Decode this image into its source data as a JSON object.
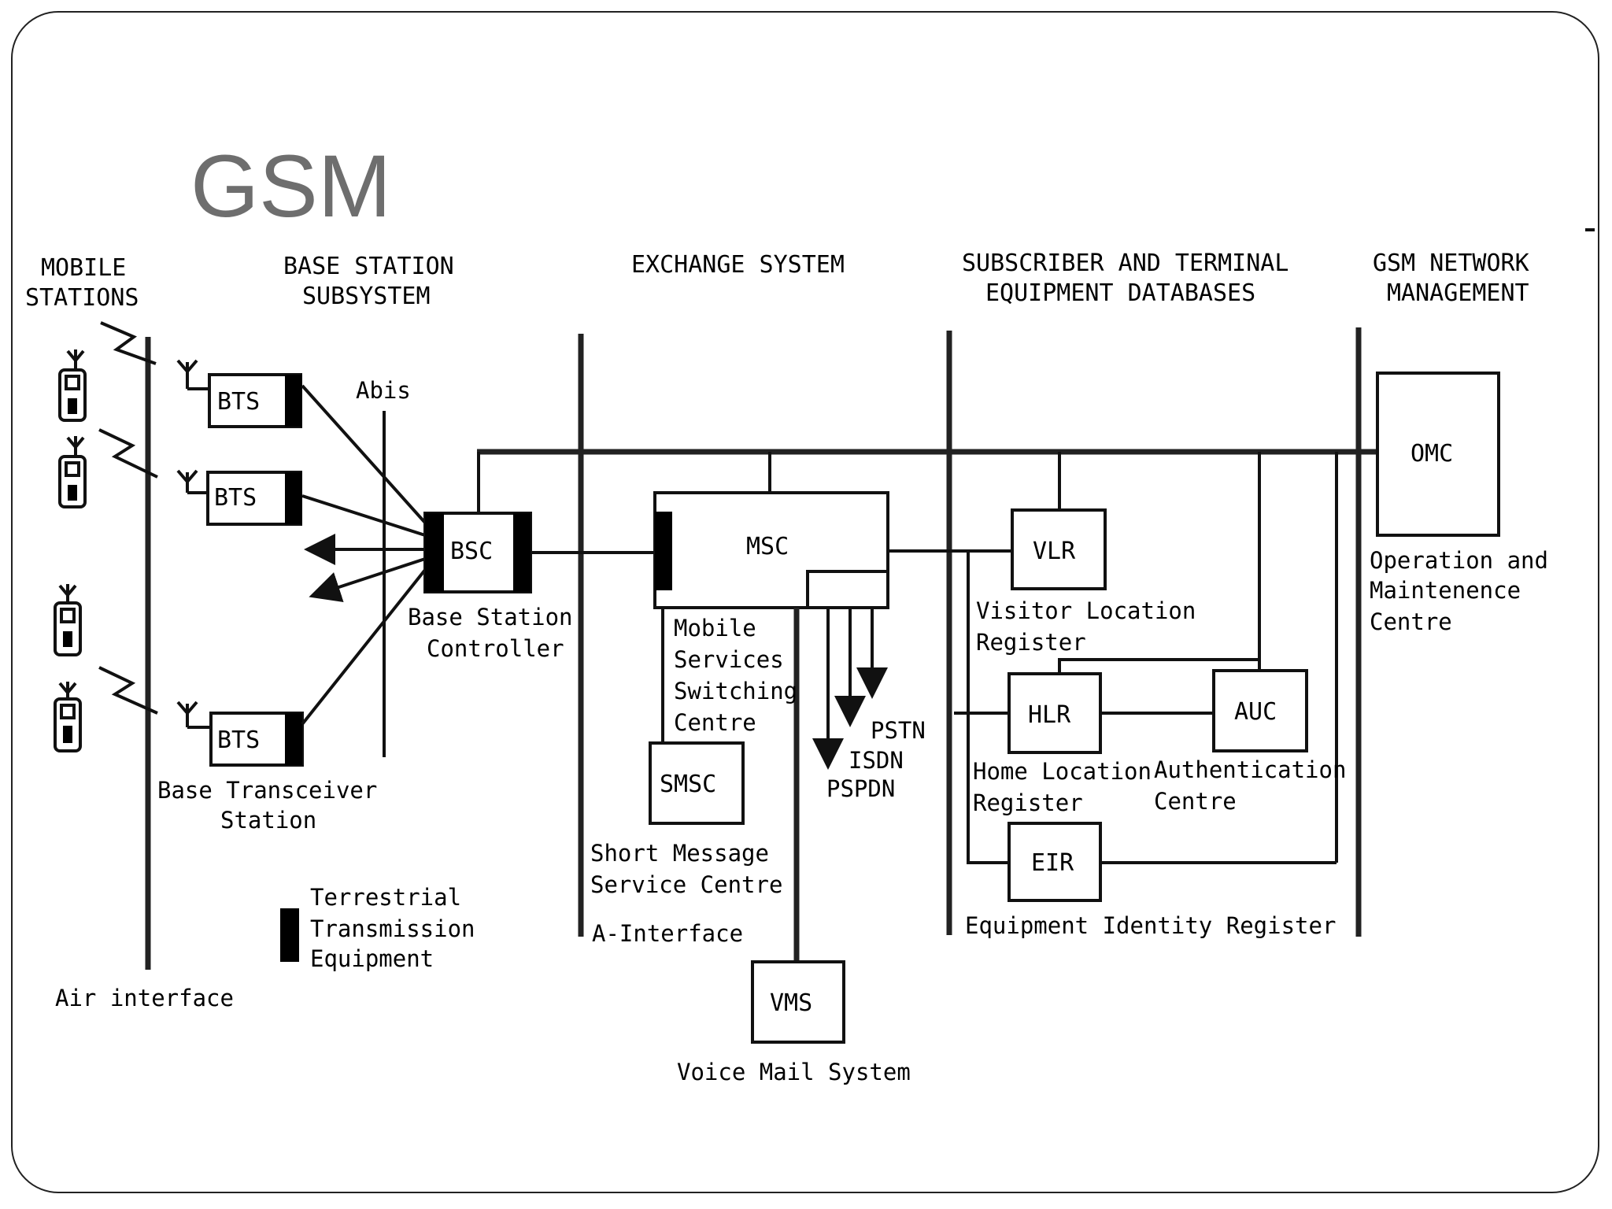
{
  "title": "GSM",
  "headers": {
    "mobile_stations": [
      "MOBILE",
      "STATIONS"
    ],
    "base_station_subsystem": [
      "BASE STATION",
      "SUBSYSTEM"
    ],
    "exchange_system": [
      "EXCHANGE SYSTEM"
    ],
    "databases": [
      "SUBSCRIBER AND TERMINAL",
      "EQUIPMENT DATABASES"
    ],
    "network_management": [
      "GSM NETWORK",
      "MANAGEMENT"
    ]
  },
  "boxes": {
    "bts_1": "BTS",
    "bts_2": "BTS",
    "bts_3": "BTS",
    "bsc": "BSC",
    "msc": "MSC",
    "smsc": "SMSC",
    "vms": "VMS",
    "vlr": "VLR",
    "hlr": "HLR",
    "auc": "AUC",
    "eir": "EIR",
    "omc": "OMC"
  },
  "labels": {
    "abis": "Abis",
    "base_station_controller": [
      "Base Station",
      "Controller"
    ],
    "base_transceiver_station": [
      "Base Transceiver",
      "Station"
    ],
    "terrestrial_transmission_equipment": [
      "Terrestrial",
      "Transmission",
      "Equipment"
    ],
    "air_interface": "Air interface",
    "mobile_services_switching_centre": [
      "Mobile",
      "Services",
      "Switching",
      "Centre"
    ],
    "short_message_service_centre": [
      "Short Message",
      "Service Centre"
    ],
    "a_interface": "A-Interface",
    "voice_mail_system": "Voice Mail System",
    "pstn": "PSTN",
    "isdn": "ISDN",
    "pspdn": "PSPDN",
    "visitor_location_register": [
      "Visitor Location",
      "Register"
    ],
    "home_location_register": [
      "Home Location",
      "Register"
    ],
    "authentication_centre": [
      "Authentication",
      "Centre"
    ],
    "equipment_identity_register": "Equipment Identity Register",
    "operation_and_maintenance_centre": [
      "Operation and",
      "Maintenence",
      "Centre"
    ]
  }
}
